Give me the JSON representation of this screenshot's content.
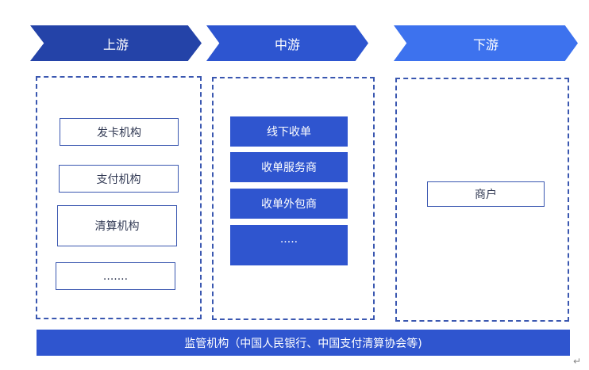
{
  "stages": {
    "upstream": "上游",
    "midstream": "中游",
    "downstream": "下游"
  },
  "upstream_items": [
    "发卡机构",
    "支付机构",
    "清算机构",
    "......."
  ],
  "midstream_items": [
    "线下收单",
    "收单服务商",
    "收单外包商",
    "....."
  ],
  "downstream_items": [
    "商户"
  ],
  "regulator": "监管机构（中国人民银行、中国支付清算协会等)",
  "return_glyph": "↵",
  "colors": {
    "upstream_chevron": "#2443a8",
    "midstream_chevron": "#2d55d0",
    "downstream_chevron": "#3d72ee",
    "box_fill": "#2f55cf",
    "dashed_border": "#3a57b0"
  }
}
